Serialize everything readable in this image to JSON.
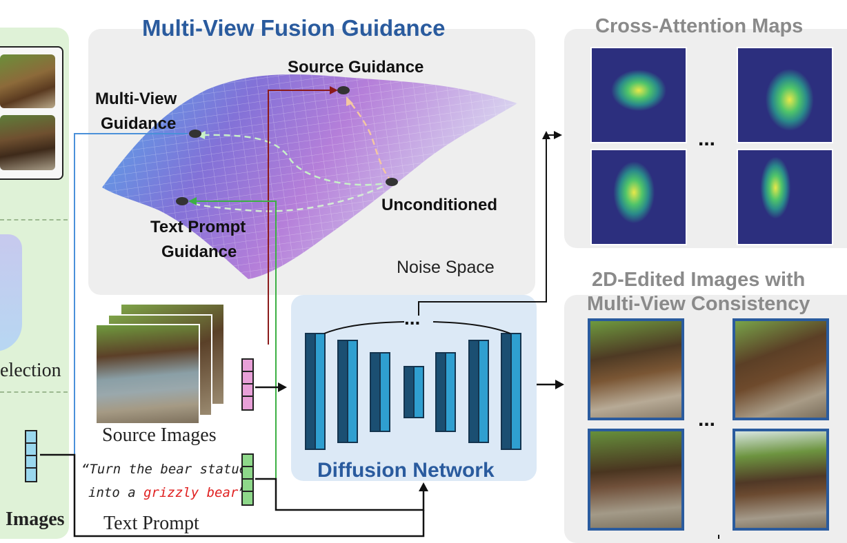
{
  "fusion": {
    "title": "Multi-View Fusion Guidance",
    "source_guidance": "Source Guidance",
    "multiview_guidance_line1": "Multi-View",
    "multiview_guidance_line2": "Guidance",
    "unconditioned": "Unconditioned",
    "text_guidance_line1": "Text Prompt",
    "text_guidance_line2": "Guidance",
    "noise_space": "Noise Space"
  },
  "attention": {
    "title": "Cross-Attention Maps",
    "ellipsis": "..."
  },
  "edited": {
    "title_line1": "2D-Edited Images with",
    "title_line2": "Multi-View Consistency",
    "ellipsis": "..."
  },
  "left_panel": {
    "selection_fragment": "election",
    "images_fragment": "Images"
  },
  "inputs": {
    "source_images_label": "Source Images",
    "prompt_part1": "“Turn the bear statue",
    "prompt_part2": "into a ",
    "prompt_highlight": "grizzly bear",
    "prompt_end": "”",
    "text_prompt_label": "Text Prompt"
  },
  "network": {
    "label": "Diffusion Network",
    "ellipsis": "..."
  },
  "colors": {
    "panel_gray": "#eeeeee",
    "panel_green": "#dff2d7",
    "network_blue": "#dce9f6",
    "unet_block": "#2f9fd0",
    "title_blue": "#2a5b9e",
    "title_gray": "#8a8a8a",
    "arrow_red": "#8b1a1a",
    "arrow_green": "#3cb043",
    "arrow_blue": "#4a90d9",
    "prompt_red": "#e02020",
    "token_pink": "#e8a0d8",
    "token_green": "#8ed88a",
    "token_cyan": "#9ad8ee"
  }
}
